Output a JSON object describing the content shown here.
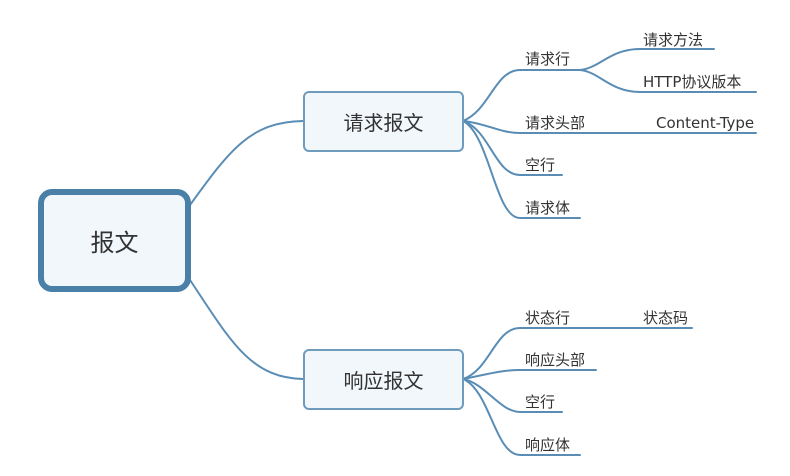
{
  "colors": {
    "line": "#5a8db5",
    "root_border": "#4a7fa8",
    "node_border": "#6f9bbd",
    "node_fill": "#f2f7fc",
    "text": "#333333"
  },
  "root": {
    "label": "报文"
  },
  "request": {
    "label": "请求报文",
    "children": {
      "line": {
        "label": "请求行",
        "children": [
          "请求方法",
          "HTTP协议版本"
        ]
      },
      "header": {
        "label": "请求头部",
        "child": "Content-Type"
      },
      "blank": {
        "label": "空行"
      },
      "body": {
        "label": "请求体"
      }
    }
  },
  "response": {
    "label": "响应报文",
    "children": {
      "line": {
        "label": "状态行",
        "child": "状态码"
      },
      "header": {
        "label": "响应头部"
      },
      "blank": {
        "label": "空行"
      },
      "body": {
        "label": "响应体"
      }
    }
  }
}
